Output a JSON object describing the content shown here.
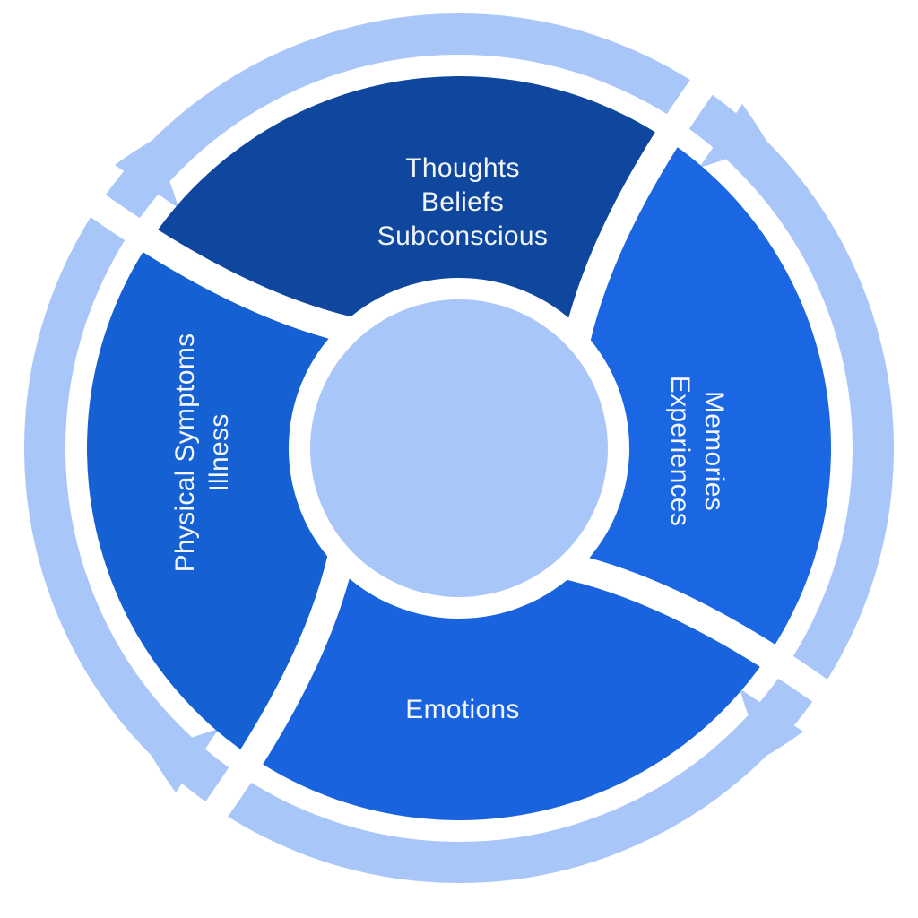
{
  "diagram": {
    "background_color": "#ffffff",
    "divider_color": "#ffffff",
    "outer_ring_color": "#a9c6f9",
    "center_circle_color": "#a9c6f9",
    "label_color": "#ffffff",
    "segments": [
      {
        "position": "top",
        "color": "#10479e",
        "label_lines": [
          "Thoughts",
          "Beliefs",
          "Subconscious"
        ]
      },
      {
        "position": "right",
        "color": "#1a66e3",
        "label_lines": [
          "Memories",
          "Experiences"
        ]
      },
      {
        "position": "bottom",
        "color": "#1a63de",
        "label_lines": [
          "Emotions"
        ]
      },
      {
        "position": "left",
        "color": "#1560d2",
        "label_lines": [
          "Physical Symptoms",
          "Illness"
        ]
      }
    ]
  }
}
